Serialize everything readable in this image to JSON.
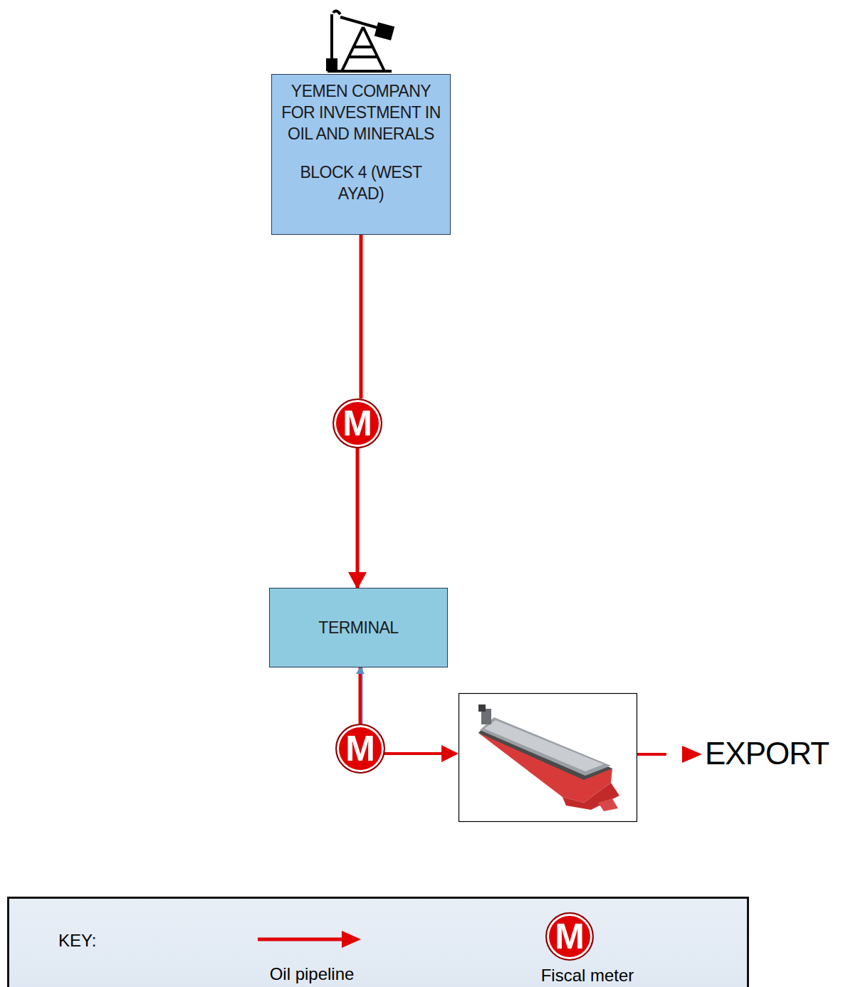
{
  "diagram": {
    "nodes": [
      {
        "text": [
          "YEMEN COMPANY FOR INVESTMENT IN OIL AND MINERALS",
          "BLOCK 4 (WEST AYAD)"
        ]
      },
      {
        "text": [
          "M"
        ]
      },
      {
        "text": [
          "TERMINAL"
        ]
      },
      {
        "text": [
          "M"
        ]
      }
    ],
    "edges": [
      {
        "from": 0,
        "to": 1,
        "arrow": "none"
      },
      {
        "from": 1,
        "to": 2,
        "arrow": "to"
      },
      {
        "from": 3,
        "to": 2,
        "arrow": "to"
      }
    ],
    "labels": [
      "EXPORT",
      "KEY:",
      "M"
    ],
    "legend": [
      {
        "text": "Oil pipeline"
      },
      {
        "text": "Fiscal meter"
      }
    ]
  }
}
